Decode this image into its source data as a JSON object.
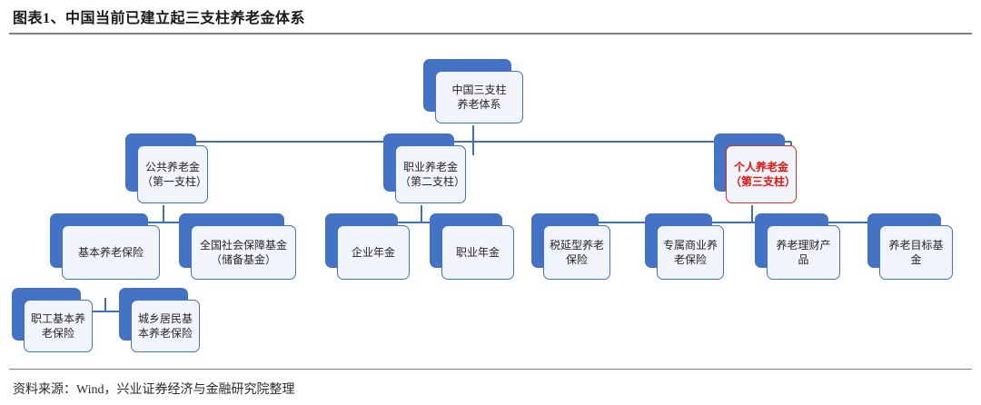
{
  "figure": {
    "title": "图表1、中国当前已建立起三支柱养老金体系",
    "source": "资料来源：Wind，兴业证券经济与金融研究院整理"
  },
  "colors": {
    "box_shadow_blue": "#4472c4",
    "box_fill": "#f1f4fb",
    "box_border": "#4472c4",
    "accent_red": "#e8120b",
    "accent_border_red": "#d82f1e",
    "connector_blue": "#3f6fc0",
    "rule_gray": "#808080"
  },
  "chart_data": {
    "type": "diagram",
    "title": "中国当前已建立起三支柱养老金体系",
    "root": "中国三支柱养老体系",
    "levels": 4,
    "nodes": [
      {
        "id": "root",
        "label": "中国三支柱养老体系",
        "level": 0,
        "parent": null,
        "accent": false
      },
      {
        "id": "pillar1",
        "label": "公共养老金（第一支柱）",
        "level": 1,
        "parent": "root",
        "accent": false
      },
      {
        "id": "pillar2",
        "label": "职业养老金（第二支柱）",
        "level": 1,
        "parent": "root",
        "accent": false
      },
      {
        "id": "pillar3",
        "label": "个人养老金（第三支柱）",
        "level": 1,
        "parent": "root",
        "accent": true
      },
      {
        "id": "basic",
        "label": "基本养老保险",
        "level": 2,
        "parent": "pillar1",
        "accent": false
      },
      {
        "id": "ssf",
        "label": "全国社会保障基金（储备基金）",
        "level": 2,
        "parent": "pillar1",
        "accent": false
      },
      {
        "id": "ent-annuity",
        "label": "企业年金",
        "level": 2,
        "parent": "pillar2",
        "accent": false
      },
      {
        "id": "occ-annuity",
        "label": "职业年金",
        "level": 2,
        "parent": "pillar2",
        "accent": false
      },
      {
        "id": "tax-defer",
        "label": "税延型养老保险",
        "level": 2,
        "parent": "pillar3",
        "accent": false
      },
      {
        "id": "exclusive",
        "label": "专属商业养老保险",
        "level": 2,
        "parent": "pillar3",
        "accent": false
      },
      {
        "id": "wealth-mgmt",
        "label": "养老理财产品",
        "level": 2,
        "parent": "pillar3",
        "accent": false
      },
      {
        "id": "target-fund",
        "label": "养老目标基金",
        "level": 2,
        "parent": "pillar3",
        "accent": false
      },
      {
        "id": "employee",
        "label": "职工基本养老保险",
        "level": 3,
        "parent": "basic",
        "accent": false
      },
      {
        "id": "resident",
        "label": "城乡居民基本养老保险",
        "level": 3,
        "parent": "basic",
        "accent": false
      }
    ]
  },
  "nodes": {
    "root": {
      "line1": "中国三支柱",
      "line2": "养老体系"
    },
    "pillar1": {
      "line1": "公共养老金",
      "line2": "（第一支柱）"
    },
    "pillar2": {
      "line1": "职业养老金",
      "line2": "（第二支柱）"
    },
    "pillar3": {
      "line1": "个人养老金",
      "line2": "（第三支柱）"
    },
    "basic": {
      "line1": "基本养老保险",
      "line2": ""
    },
    "ssf": {
      "line1": "全国社会保障基金",
      "line2": "（储备基金）"
    },
    "ent_annuity": {
      "line1": "企业年金",
      "line2": ""
    },
    "occ_annuity": {
      "line1": "职业年金",
      "line2": ""
    },
    "tax_defer": {
      "line1": "税延型养老",
      "line2": "保险"
    },
    "exclusive": {
      "line1": "专属商业养",
      "line2": "老保险"
    },
    "wealth_mgmt": {
      "line1": "养老理财产品",
      "line2": ""
    },
    "target_fund": {
      "line1": "养老目标基金",
      "line2": ""
    },
    "employee": {
      "line1": "职工基本养",
      "line2": "老保险"
    },
    "resident": {
      "line1": "城乡居民基",
      "line2": "本养老保险"
    }
  }
}
